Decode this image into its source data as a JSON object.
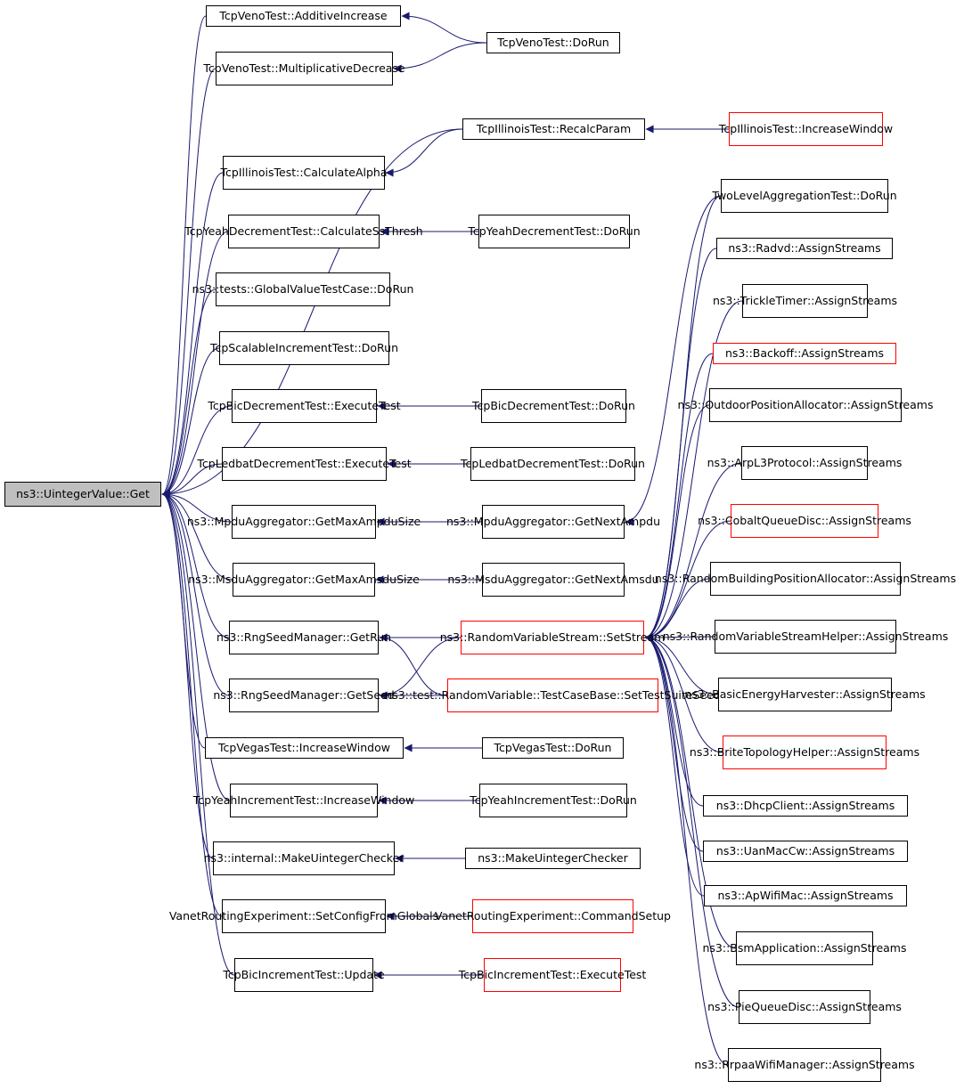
{
  "colors": {
    "edge": "#191970",
    "node_border": "#000000",
    "node_border_truncated": "#ff0000",
    "root_fill": "#bfbfbf"
  },
  "nodes": [
    {
      "id": "n0",
      "label": "ns3::UintegerValue::Get",
      "style": "root"
    },
    {
      "id": "n1",
      "label": "TcpVenoTest::AdditiveIncrease",
      "style": "normal"
    },
    {
      "id": "n2",
      "label": "TcpVenoTest::Multiplicative\nDecrease",
      "style": "normal"
    },
    {
      "id": "n3",
      "label": "TcpIllinoisTest::Calculate\nAlpha",
      "style": "normal"
    },
    {
      "id": "n4",
      "label": "TcpYeahDecrementTest\n::CalculateSsThresh",
      "style": "normal"
    },
    {
      "id": "n5",
      "label": "ns3::tests::GlobalValueTest\nCase::DoRun",
      "style": "normal"
    },
    {
      "id": "n6",
      "label": "TcpScalableIncrementTest\n::DoRun",
      "style": "normal"
    },
    {
      "id": "n7",
      "label": "TcpBicDecrementTest\n::ExecuteTest",
      "style": "normal"
    },
    {
      "id": "n8",
      "label": "TcpLedbatDecrementTest\n::ExecuteTest",
      "style": "normal"
    },
    {
      "id": "n9",
      "label": "ns3::MpduAggregator\n::GetMaxAmpduSize",
      "style": "normal"
    },
    {
      "id": "n10",
      "label": "ns3::MsduAggregator\n::GetMaxAmsduSize",
      "style": "normal"
    },
    {
      "id": "n11",
      "label": "ns3::RngSeedManager\n::GetRun",
      "style": "normal"
    },
    {
      "id": "n12",
      "label": "ns3::RngSeedManager\n::GetSeed",
      "style": "normal"
    },
    {
      "id": "n13",
      "label": "TcpVegasTest::IncreaseWindow",
      "style": "normal"
    },
    {
      "id": "n14",
      "label": "TcpYeahIncrementTest\n::IncreaseWindow",
      "style": "normal"
    },
    {
      "id": "n15",
      "label": "ns3::internal::MakeUinteger\nChecker",
      "style": "normal"
    },
    {
      "id": "n16",
      "label": "VanetRoutingExperiment\n::SetConfigFromGlobals",
      "style": "normal"
    },
    {
      "id": "n17",
      "label": "TcpBicIncrementTest\n::Update",
      "style": "normal"
    },
    {
      "id": "n18",
      "label": "TcpVenoTest::DoRun",
      "style": "normal"
    },
    {
      "id": "n19",
      "label": "TcpIllinoisTest::RecalcParam",
      "style": "normal"
    },
    {
      "id": "n20",
      "label": "TcpYeahDecrementTest\n::DoRun",
      "style": "normal"
    },
    {
      "id": "n21",
      "label": "TcpBicDecrementTest\n::DoRun",
      "style": "normal"
    },
    {
      "id": "n22",
      "label": "TcpLedbatDecrementTest\n::DoRun",
      "style": "normal"
    },
    {
      "id": "n23",
      "label": "ns3::MpduAggregator\n::GetNextAmpdu",
      "style": "normal"
    },
    {
      "id": "n24",
      "label": "ns3::MsduAggregator\n::GetNextAmsdu",
      "style": "normal"
    },
    {
      "id": "n25",
      "label": "ns3::RandomVariableStream\n::SetStream",
      "style": "truncated"
    },
    {
      "id": "n26",
      "label": "ns3::test::RandomVariable\n::TestCaseBase::SetTestSuiteSeed",
      "style": "truncated"
    },
    {
      "id": "n27",
      "label": "TcpVegasTest::DoRun",
      "style": "normal"
    },
    {
      "id": "n28",
      "label": "TcpYeahIncrementTest\n::DoRun",
      "style": "normal"
    },
    {
      "id": "n29",
      "label": "ns3::MakeUintegerChecker",
      "style": "normal"
    },
    {
      "id": "n30",
      "label": "VanetRoutingExperiment\n::CommandSetup",
      "style": "truncated"
    },
    {
      "id": "n31",
      "label": "TcpBicIncrementTest\n::ExecuteTest",
      "style": "truncated"
    },
    {
      "id": "n32",
      "label": "TcpIllinoisTest::Increase\nWindow",
      "style": "truncated"
    },
    {
      "id": "n33",
      "label": "TwoLevelAggregationTest\n::DoRun",
      "style": "normal"
    },
    {
      "id": "n34",
      "label": "ns3::Radvd::AssignStreams",
      "style": "normal"
    },
    {
      "id": "n35",
      "label": "ns3::TrickleTimer::\nAssignStreams",
      "style": "normal"
    },
    {
      "id": "n36",
      "label": "ns3::Backoff::AssignStreams",
      "style": "truncated"
    },
    {
      "id": "n37",
      "label": "ns3::OutdoorPositionAllocator\n::AssignStreams",
      "style": "normal"
    },
    {
      "id": "n38",
      "label": "ns3::ArpL3Protocol\n::AssignStreams",
      "style": "normal"
    },
    {
      "id": "n39",
      "label": "ns3::CobaltQueueDisc\n::AssignStreams",
      "style": "truncated"
    },
    {
      "id": "n40",
      "label": "ns3::RandomBuildingPosition\nAllocator::AssignStreams",
      "style": "normal"
    },
    {
      "id": "n41",
      "label": "ns3::RandomVariableStream\nHelper::AssignStreams",
      "style": "normal"
    },
    {
      "id": "n42",
      "label": "ns3::BasicEnergyHarvester\n::AssignStreams",
      "style": "normal"
    },
    {
      "id": "n43",
      "label": "ns3::BriteTopologyHelper\n::AssignStreams",
      "style": "truncated"
    },
    {
      "id": "n44",
      "label": "ns3::DhcpClient::AssignStreams",
      "style": "normal"
    },
    {
      "id": "n45",
      "label": "ns3::UanMacCw::AssignStreams",
      "style": "normal"
    },
    {
      "id": "n46",
      "label": "ns3::ApWifiMac::AssignStreams",
      "style": "normal"
    },
    {
      "id": "n47",
      "label": "ns3::BsmApplication\n::AssignStreams",
      "style": "normal"
    },
    {
      "id": "n48",
      "label": "ns3::PieQueueDisc::\nAssignStreams",
      "style": "normal"
    },
    {
      "id": "n49",
      "label": "ns3::RrpaaWifiManager\n::AssignStreams",
      "style": "normal"
    }
  ],
  "edges": [
    [
      "n1",
      "n0"
    ],
    [
      "n2",
      "n0"
    ],
    [
      "n3",
      "n0"
    ],
    [
      "n4",
      "n0"
    ],
    [
      "n5",
      "n0"
    ],
    [
      "n6",
      "n0"
    ],
    [
      "n7",
      "n0"
    ],
    [
      "n8",
      "n0"
    ],
    [
      "n9",
      "n0"
    ],
    [
      "n10",
      "n0"
    ],
    [
      "n11",
      "n0"
    ],
    [
      "n12",
      "n0"
    ],
    [
      "n13",
      "n0"
    ],
    [
      "n14",
      "n0"
    ],
    [
      "n15",
      "n0"
    ],
    [
      "n16",
      "n0"
    ],
    [
      "n17",
      "n0"
    ],
    [
      "n19",
      "n0"
    ],
    [
      "n18",
      "n1"
    ],
    [
      "n18",
      "n2"
    ],
    [
      "n19",
      "n3"
    ],
    [
      "n32",
      "n19"
    ],
    [
      "n20",
      "n4"
    ],
    [
      "n21",
      "n7"
    ],
    [
      "n22",
      "n8"
    ],
    [
      "n23",
      "n9"
    ],
    [
      "n33",
      "n23"
    ],
    [
      "n24",
      "n10"
    ],
    [
      "n25",
      "n11"
    ],
    [
      "n26",
      "n11"
    ],
    [
      "n25",
      "n12"
    ],
    [
      "n26",
      "n12"
    ],
    [
      "n27",
      "n13"
    ],
    [
      "n28",
      "n14"
    ],
    [
      "n29",
      "n15"
    ],
    [
      "n30",
      "n16"
    ],
    [
      "n31",
      "n17"
    ],
    [
      "n33",
      "n25"
    ],
    [
      "n34",
      "n25"
    ],
    [
      "n35",
      "n25"
    ],
    [
      "n36",
      "n25"
    ],
    [
      "n37",
      "n25"
    ],
    [
      "n38",
      "n25"
    ],
    [
      "n39",
      "n25"
    ],
    [
      "n40",
      "n25"
    ],
    [
      "n41",
      "n25"
    ],
    [
      "n42",
      "n25"
    ],
    [
      "n43",
      "n25"
    ],
    [
      "n44",
      "n25"
    ],
    [
      "n45",
      "n25"
    ],
    [
      "n46",
      "n25"
    ],
    [
      "n47",
      "n25"
    ],
    [
      "n48",
      "n25"
    ],
    [
      "n49",
      "n25"
    ]
  ]
}
